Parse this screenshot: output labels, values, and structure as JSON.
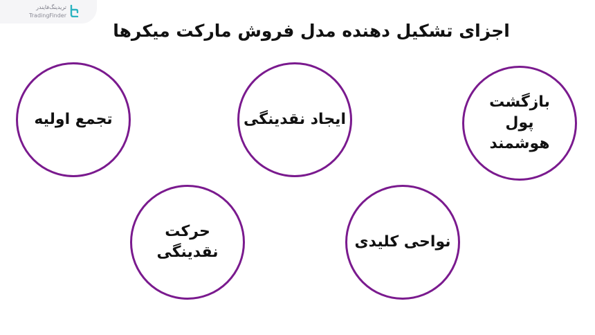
{
  "brand": {
    "name_fa": "تریدینگ‌فایندر",
    "name_en": "TradingFinder",
    "color": "#2bb3c0"
  },
  "title": "اجزای تشکیل دهنده مدل فروش مارکت میکرها",
  "accent_color": "#7a1a8e",
  "nodes": [
    {
      "label": "تجمع اولیه"
    },
    {
      "label": "ایجاد نقدینگی"
    },
    {
      "label": "بازگشت پول هوشمند"
    },
    {
      "label": "حرکت نقدینگی"
    },
    {
      "label": "نواحی کلیدی"
    }
  ]
}
